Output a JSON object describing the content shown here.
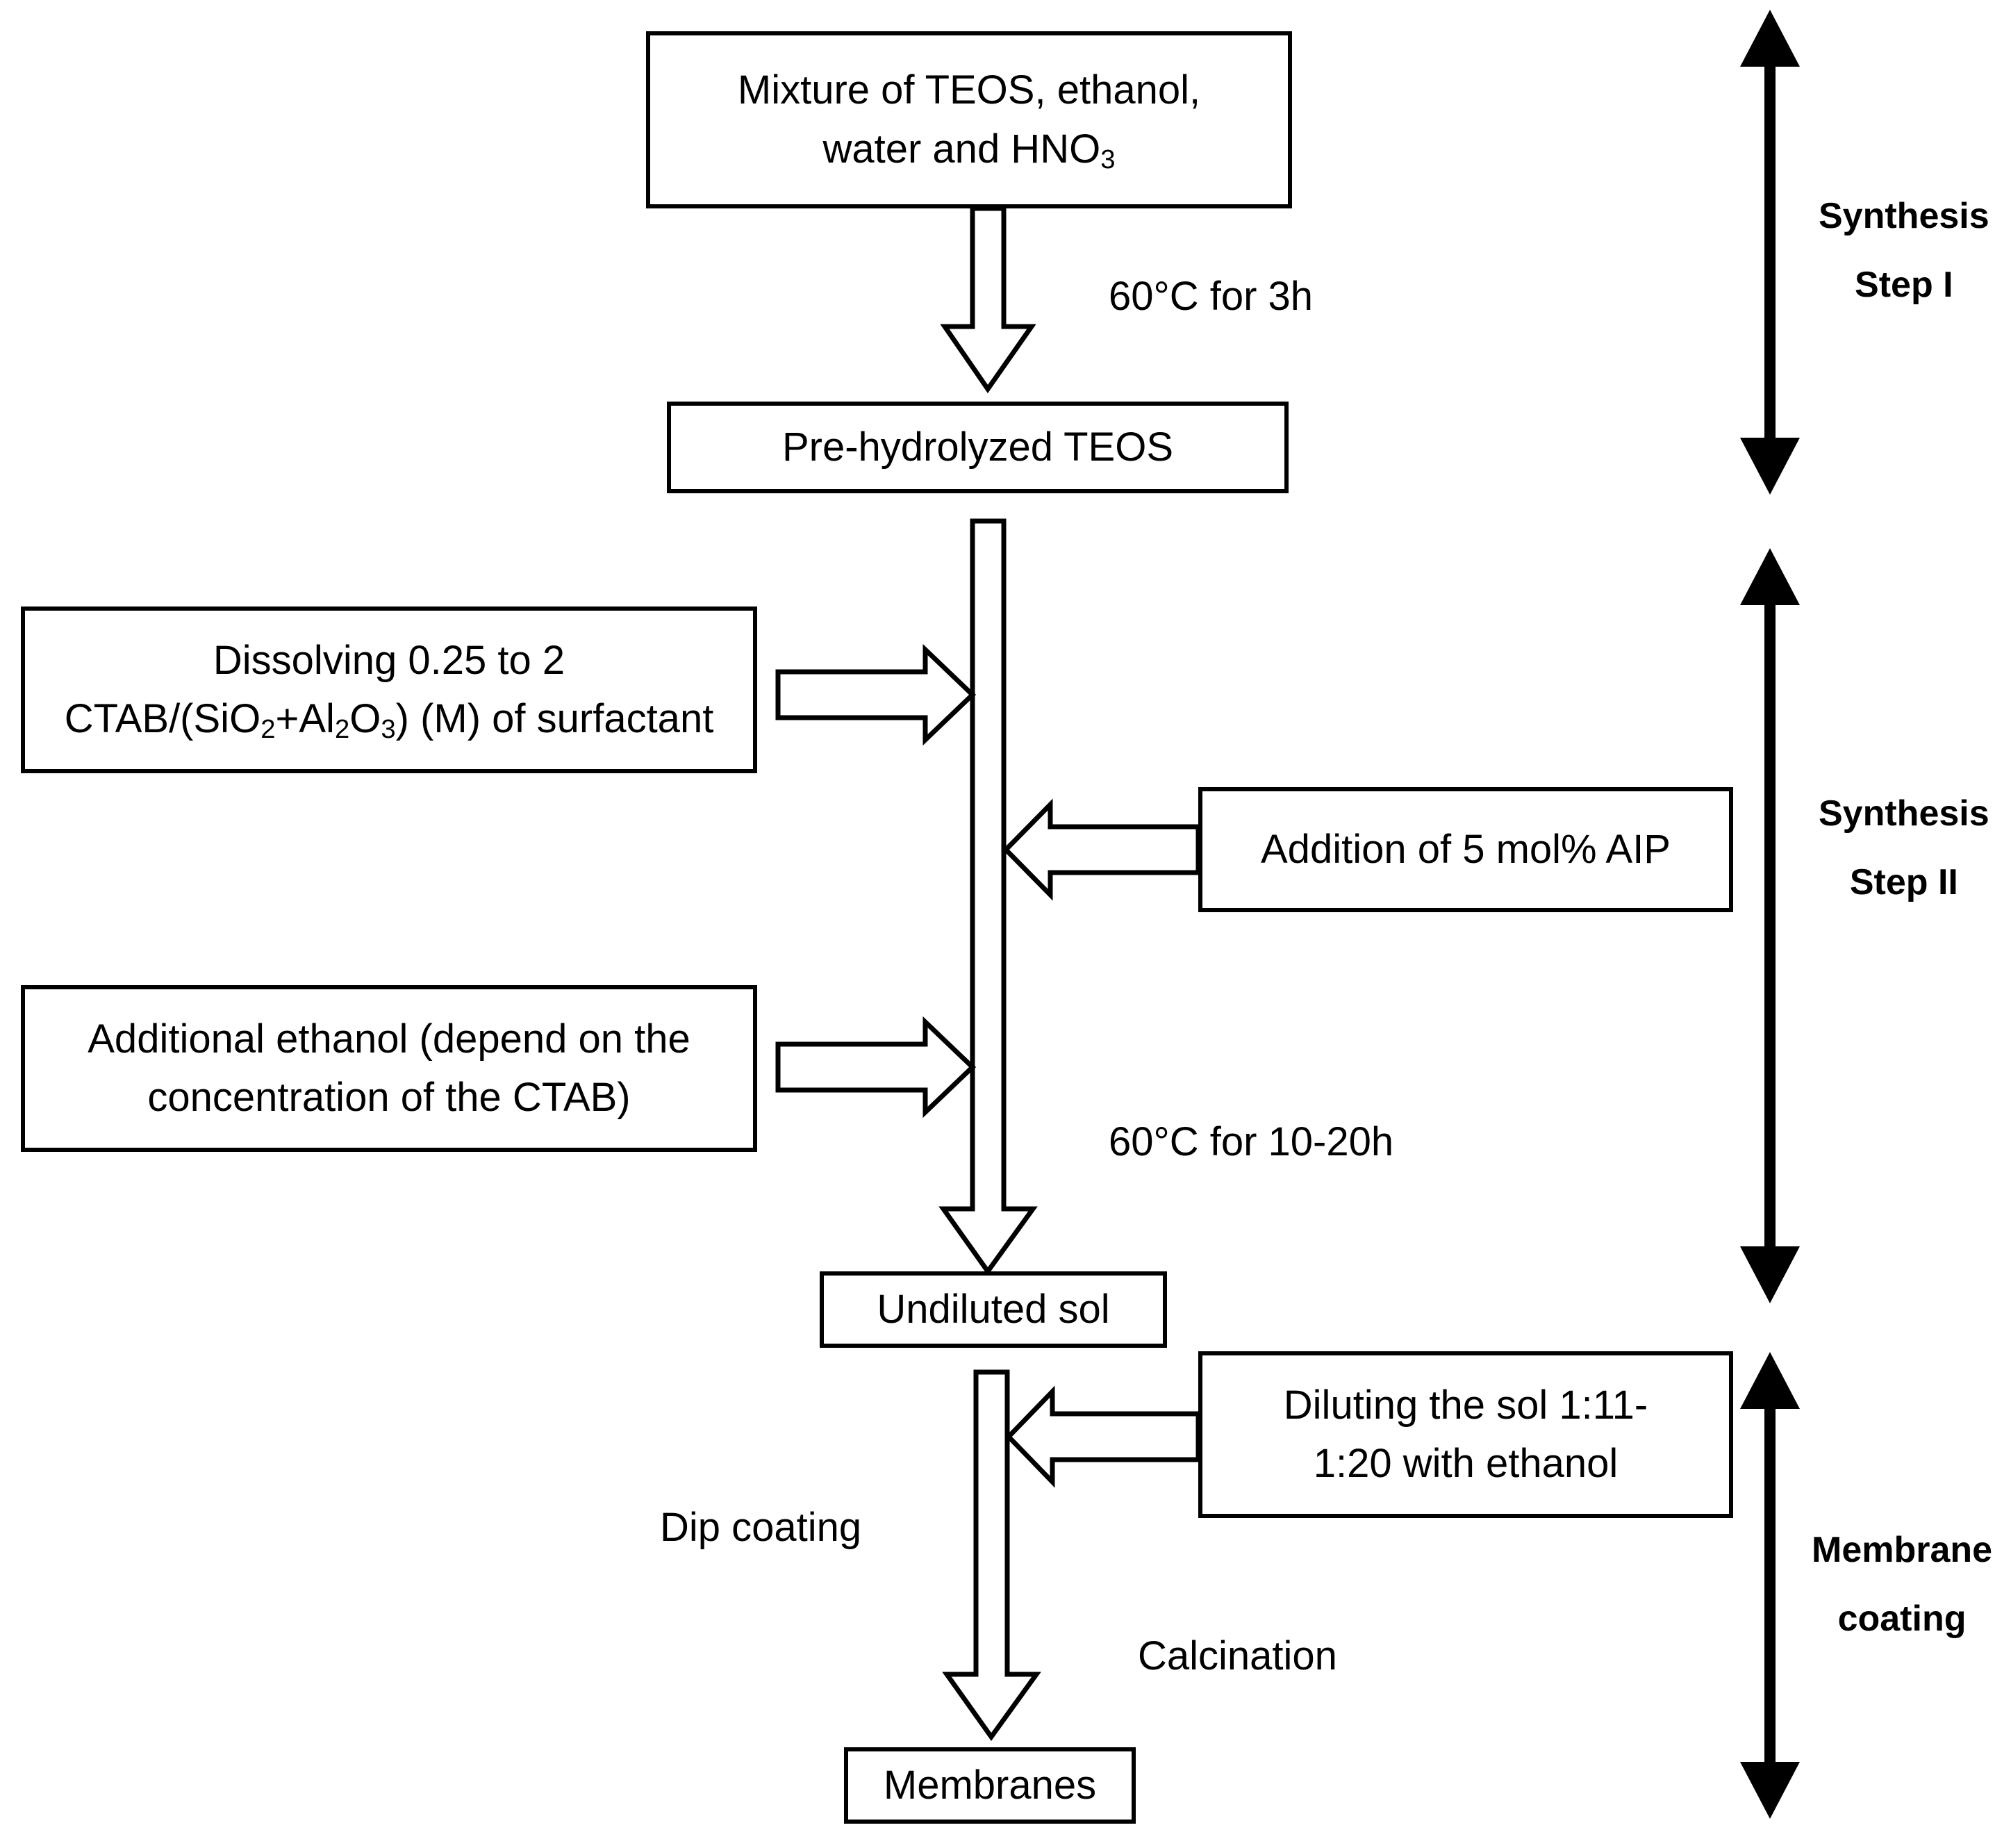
{
  "diagram": {
    "title": "Sol-gel synthesis and membrane coating flowchart",
    "background_color": "#ffffff",
    "line_color": "#000000"
  },
  "nodes": {
    "mixture": {
      "line1": "Mixture of TEOS, ethanol,",
      "line2_pre": "water and HNO",
      "line2_sub": "3"
    },
    "prehydrolyzed": {
      "text": "Pre-hydrolyzed TEOS"
    },
    "ctab": {
      "line1": "Dissolving 0.25 to 2",
      "line2_a": "CTAB/(SiO",
      "line2_sub1": "2",
      "line2_b": "+Al",
      "line2_sub2": "2",
      "line2_c": "O",
      "line2_sub3": "3",
      "line2_d": ") (M) of surfactant"
    },
    "aip": {
      "text": "Addition of 5 mol% AIP"
    },
    "ethanol": {
      "line1": "Additional ethanol (depend on the",
      "line2": "concentration of the CTAB)"
    },
    "undiluted": {
      "text": "Undiluted sol"
    },
    "dilute": {
      "line1": "Diluting the sol 1:11-",
      "line2": "1:20 with ethanol"
    },
    "membranes": {
      "text": "Membranes"
    }
  },
  "edge_labels": {
    "step1_condition": "60°C for 3h",
    "step2_condition": "60°C for 10-20h",
    "dip_coating": "Dip coating",
    "calcination": "Calcination"
  },
  "side_brackets": [
    {
      "line1": "Synthesis",
      "line2": "Step I"
    },
    {
      "line1": "Synthesis",
      "line2": "Step II"
    },
    {
      "line1": "Membrane",
      "line2": "coating"
    }
  ]
}
